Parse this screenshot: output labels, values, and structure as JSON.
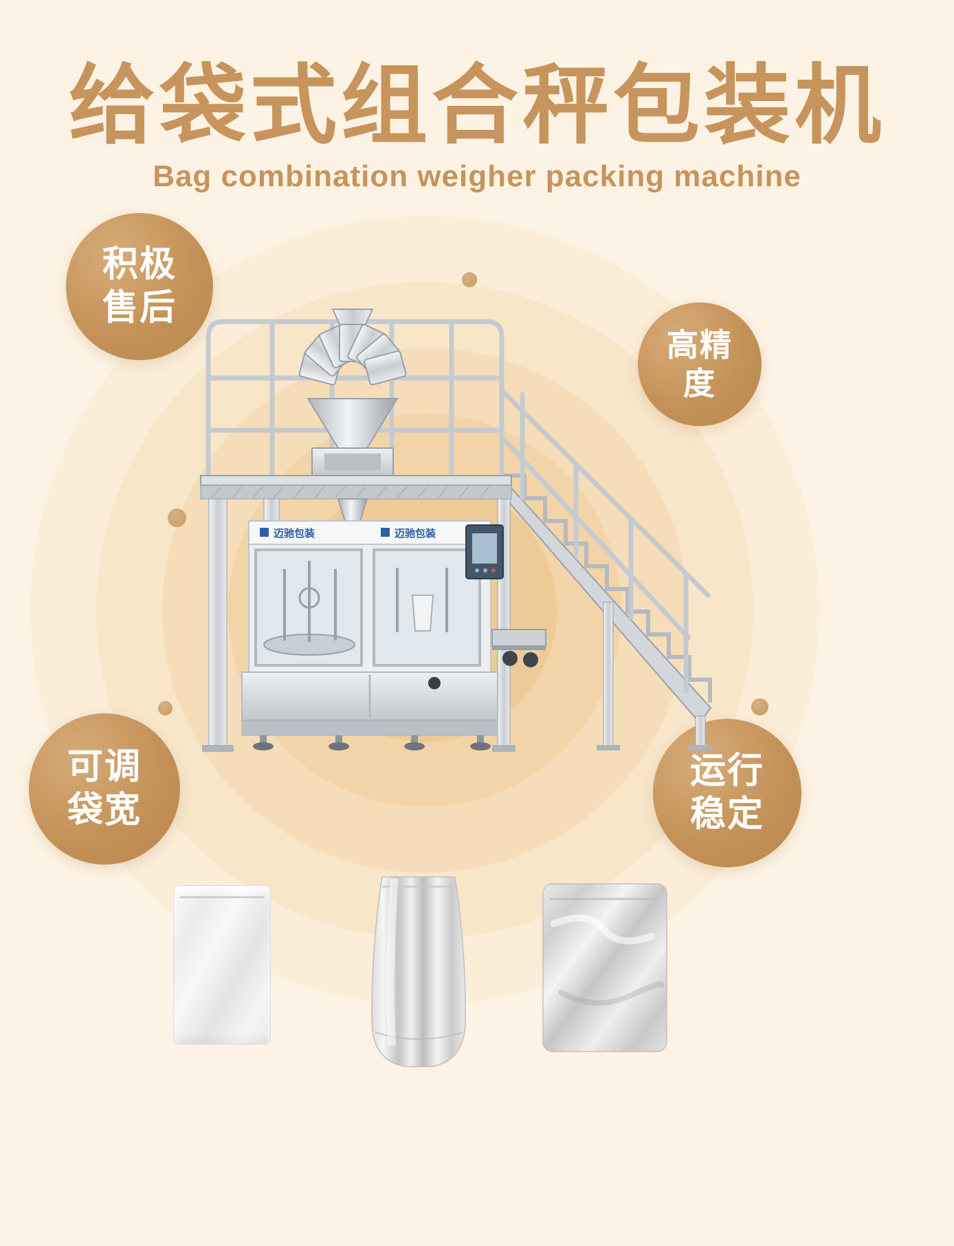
{
  "poster": {
    "title": "给袋式组合秤包装机",
    "subtitle": "Bag combination weigher packing machine"
  },
  "badges": [
    {
      "id": "active-after-sales",
      "lines": [
        "积极",
        "售后"
      ]
    },
    {
      "id": "high-precision",
      "lines": [
        "高精",
        "度"
      ]
    },
    {
      "id": "adjustable-bag-width",
      "lines": [
        "可调",
        "袋宽"
      ]
    },
    {
      "id": "stable-operation",
      "lines": [
        "运行",
        "稳定"
      ]
    }
  ],
  "machine": {
    "brand": "迈驰包装"
  },
  "colors": {
    "accent_text": "#c6945c",
    "badge_fill": "#c49258",
    "badge_text": "#ffffff",
    "background": "#fdf3e4",
    "ring_center": "#eeca96"
  }
}
